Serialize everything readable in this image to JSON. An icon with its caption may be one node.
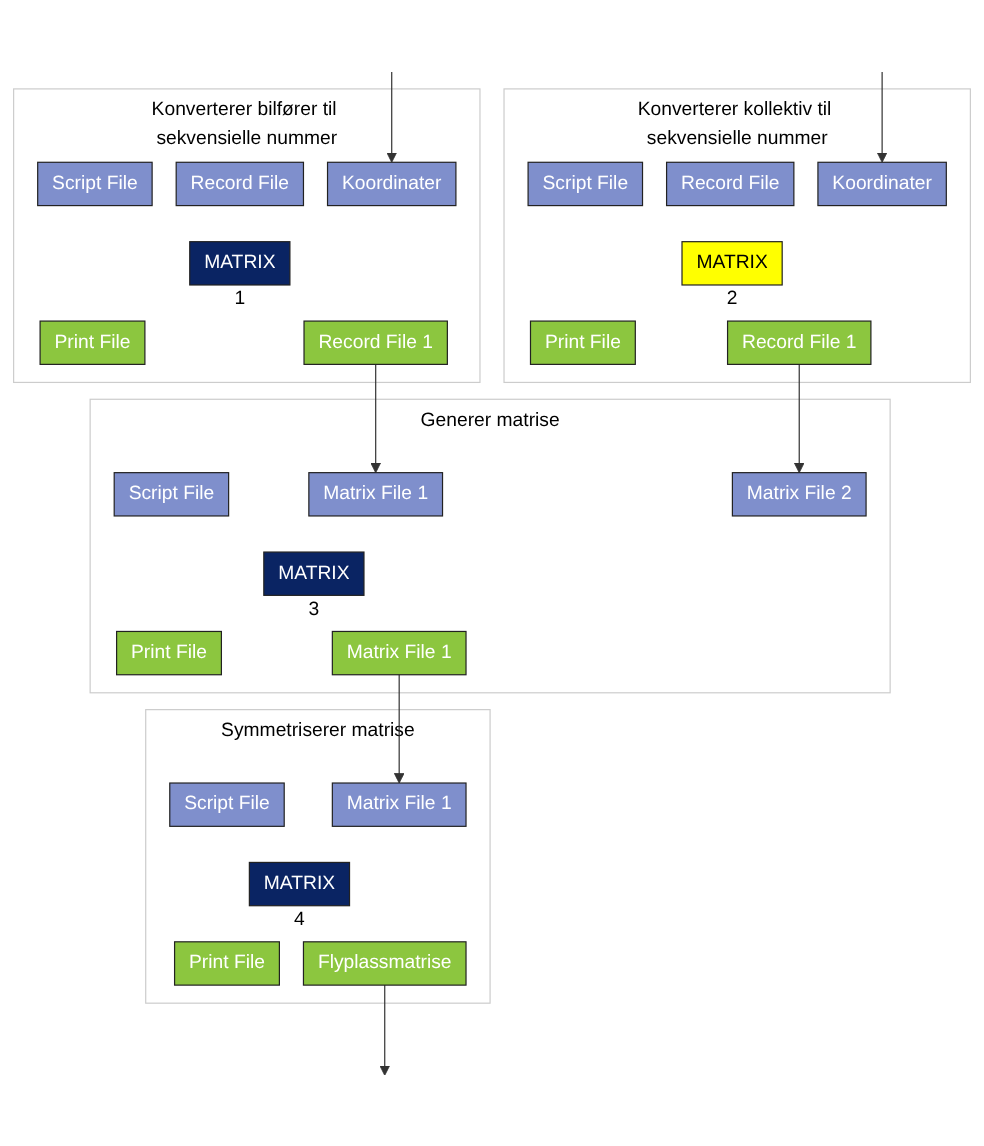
{
  "diagram": {
    "nodes": [
      {
        "text": [
          "Konverterer bilfører til sekvensielle nummer"
        ]
      },
      {
        "text": [
          "Script File"
        ],
        "in": 0
      },
      {
        "text": [
          "Record File"
        ],
        "in": 0
      },
      {
        "text": [
          "Koordinater"
        ],
        "in": 0
      },
      {
        "text": [
          "MATRIX"
        ],
        "beside": [
          "1"
        ],
        "in": 0
      },
      {
        "text": [
          "Print File"
        ],
        "in": 0
      },
      {
        "text": [
          "Record File 1"
        ],
        "in": 0
      },
      {
        "text": [
          "Konverterer kollektiv til sekvensielle nummer"
        ]
      },
      {
        "text": [
          "Script File"
        ],
        "in": 7
      },
      {
        "text": [
          "Record File"
        ],
        "in": 7
      },
      {
        "text": [
          "Koordinater"
        ],
        "in": 7
      },
      {
        "text": [
          "MATRIX"
        ],
        "beside": [
          "2"
        ],
        "in": 7
      },
      {
        "text": [
          "Print File"
        ],
        "in": 7
      },
      {
        "text": [
          "Record File 1"
        ],
        "in": 7
      },
      {
        "text": [
          "Generer matrise"
        ]
      },
      {
        "text": [
          "Script File"
        ],
        "in": 14
      },
      {
        "text": [
          "Matrix File 1"
        ],
        "in": 14
      },
      {
        "text": [
          "Matrix File 2"
        ],
        "in": 14
      },
      {
        "text": [
          "MATRIX"
        ],
        "beside": [
          "3"
        ],
        "in": 14
      },
      {
        "text": [
          "Print File"
        ],
        "in": 14
      },
      {
        "text": [
          "Matrix File 1"
        ],
        "in": 14
      },
      {
        "text": [
          "Symmetriserer matrise"
        ]
      },
      {
        "text": [
          "Script File"
        ],
        "in": 21
      },
      {
        "text": [
          "Matrix File 1"
        ],
        "in": 21
      },
      {
        "text": [
          "MATRIX"
        ],
        "beside": [
          "4"
        ],
        "in": 21
      },
      {
        "text": [
          "Print File"
        ],
        "in": 21
      },
      {
        "text": [
          "Flyplassmatrise"
        ],
        "in": 21
      }
    ],
    "edges": [
      {
        "from": null,
        "to": 3,
        "arrow": "to"
      },
      {
        "from": null,
        "to": 10,
        "arrow": "to"
      },
      {
        "from": 6,
        "to": 16,
        "arrow": "to"
      },
      {
        "from": 13,
        "to": 17,
        "arrow": "to"
      },
      {
        "from": 20,
        "to": 23,
        "arrow": "to"
      },
      {
        "from": 26,
        "to": null,
        "arrow": "to"
      }
    ]
  }
}
